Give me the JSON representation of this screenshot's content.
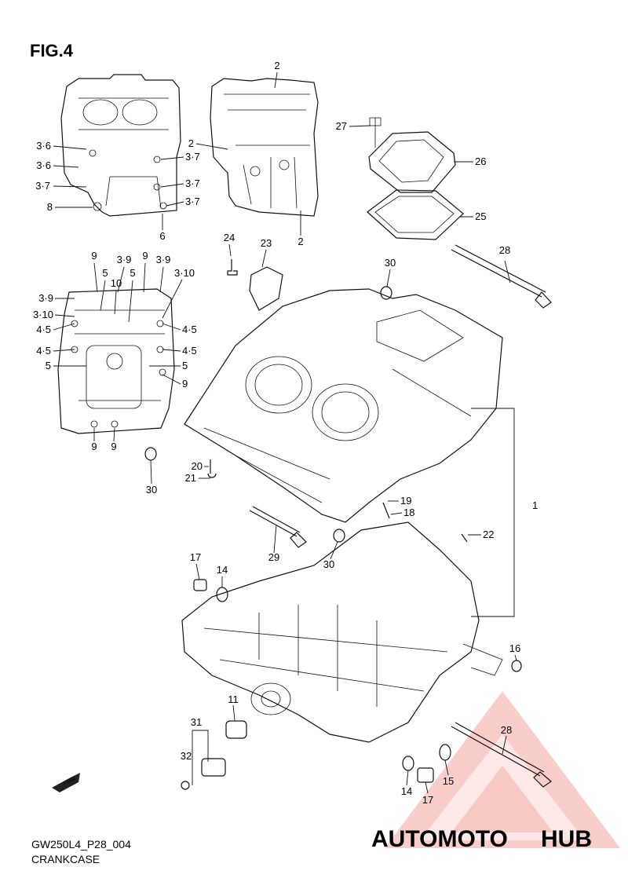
{
  "figure_label": "FIG.4",
  "footer": {
    "code": "GW250L4_P28_004",
    "title": "CRANKCASE"
  },
  "fwd_label": "FWD",
  "watermark": {
    "part1": "AUTOMOTO",
    "part2": "HUB",
    "color_primary": "#f08a80",
    "color_secondary": "#7b8896"
  },
  "callouts": [
    {
      "label": "2"
    },
    {
      "label": "2"
    },
    {
      "label": "2"
    },
    {
      "label": "3·6"
    },
    {
      "label": "3·6"
    },
    {
      "label": "3·7"
    },
    {
      "label": "3·7"
    },
    {
      "label": "3·7"
    },
    {
      "label": "3·7"
    },
    {
      "label": "8"
    },
    {
      "label": "6"
    },
    {
      "label": "27"
    },
    {
      "label": "26"
    },
    {
      "label": "25"
    },
    {
      "label": "24"
    },
    {
      "label": "23"
    },
    {
      "label": "28"
    },
    {
      "label": "30"
    },
    {
      "label": "9"
    },
    {
      "label": "3·9"
    },
    {
      "label": "9"
    },
    {
      "label": "3·9"
    },
    {
      "label": "5"
    },
    {
      "label": "10"
    },
    {
      "label": "5"
    },
    {
      "label": "3·10"
    },
    {
      "label": "3·9"
    },
    {
      "label": "3·10"
    },
    {
      "label": "4·5"
    },
    {
      "label": "4·5"
    },
    {
      "label": "4·5"
    },
    {
      "label": "4·5"
    },
    {
      "label": "5"
    },
    {
      "label": "5"
    },
    {
      "label": "9"
    },
    {
      "label": "9"
    },
    {
      "label": "9"
    },
    {
      "label": "1"
    },
    {
      "label": "30"
    },
    {
      "label": "20"
    },
    {
      "label": "21"
    },
    {
      "label": "19"
    },
    {
      "label": "18"
    },
    {
      "label": "29"
    },
    {
      "label": "30"
    },
    {
      "label": "22"
    },
    {
      "label": "17"
    },
    {
      "label": "14"
    },
    {
      "label": "16"
    },
    {
      "label": "11"
    },
    {
      "label": "31"
    },
    {
      "label": "32"
    },
    {
      "label": "28"
    },
    {
      "label": "14"
    },
    {
      "label": "15"
    },
    {
      "label": "17"
    }
  ]
}
